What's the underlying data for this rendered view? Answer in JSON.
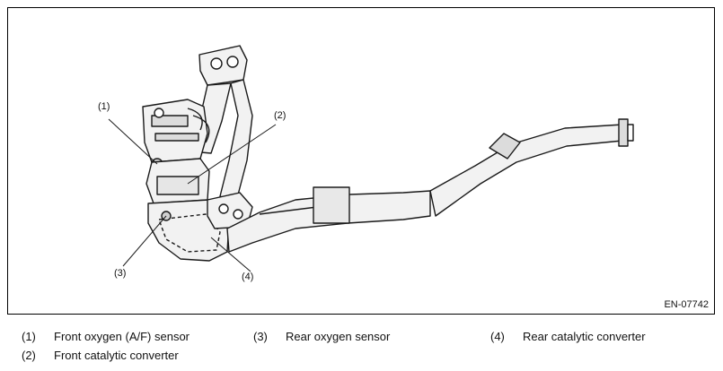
{
  "figure": {
    "callouts": [
      "(1)",
      "(2)",
      "(3)",
      "(4)"
    ],
    "figure_code": "EN-07742"
  },
  "legend": [
    {
      "number": "(1)",
      "text": "Front oxygen (A/F) sensor"
    },
    {
      "number": "(2)",
      "text": "Front catalytic converter"
    },
    {
      "number": "(3)",
      "text": "Rear oxygen sensor"
    },
    {
      "number": "(4)",
      "text": "Rear catalytic converter"
    }
  ],
  "colors": {
    "line": "#1a1a1a",
    "fill": "#f2f2f2",
    "shade": "#b8b8b8"
  }
}
